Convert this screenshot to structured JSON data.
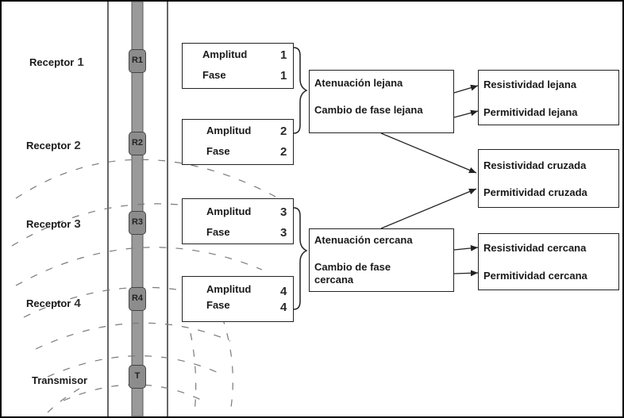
{
  "tool": {
    "receivers": [
      {
        "label": "Receptor",
        "num": "1",
        "tag": "R1"
      },
      {
        "label": "Receptor",
        "num": "2",
        "tag": "R2"
      },
      {
        "label": "Receptor",
        "num": "3",
        "tag": "R3"
      },
      {
        "label": "Receptor",
        "num": "4",
        "tag": "R4"
      }
    ],
    "transmitter": {
      "label": "Transmisor",
      "tag": "T"
    }
  },
  "measurements": [
    {
      "amp": "Amplitud",
      "amp_num": "1",
      "phase": "Fase",
      "phase_num": "1"
    },
    {
      "amp": "Amplitud",
      "amp_num": "2",
      "phase": "Fase",
      "phase_num": "2"
    },
    {
      "amp": "Amplitud",
      "amp_num": "3",
      "phase": "Fase",
      "phase_num": "3"
    },
    {
      "amp": "Amplitud",
      "amp_num": "4",
      "phase": "Fase",
      "phase_num": "4"
    }
  ],
  "derived": {
    "far": {
      "line1": "Atenuación lejana",
      "line2": "Cambio de fase lejana"
    },
    "near": {
      "line1": "Atenuación cercana",
      "line2a": "Cambio de fase",
      "line2b": "cercana"
    }
  },
  "outputs": {
    "far": {
      "res": "Resistividad lejana",
      "perm": "Permitividad lejana"
    },
    "cross": {
      "res": "Resistividad cruzada",
      "perm": "Permitividad cruzada"
    },
    "near": {
      "res": "Resistividad cercana",
      "perm": "Permitividad cercana"
    }
  }
}
